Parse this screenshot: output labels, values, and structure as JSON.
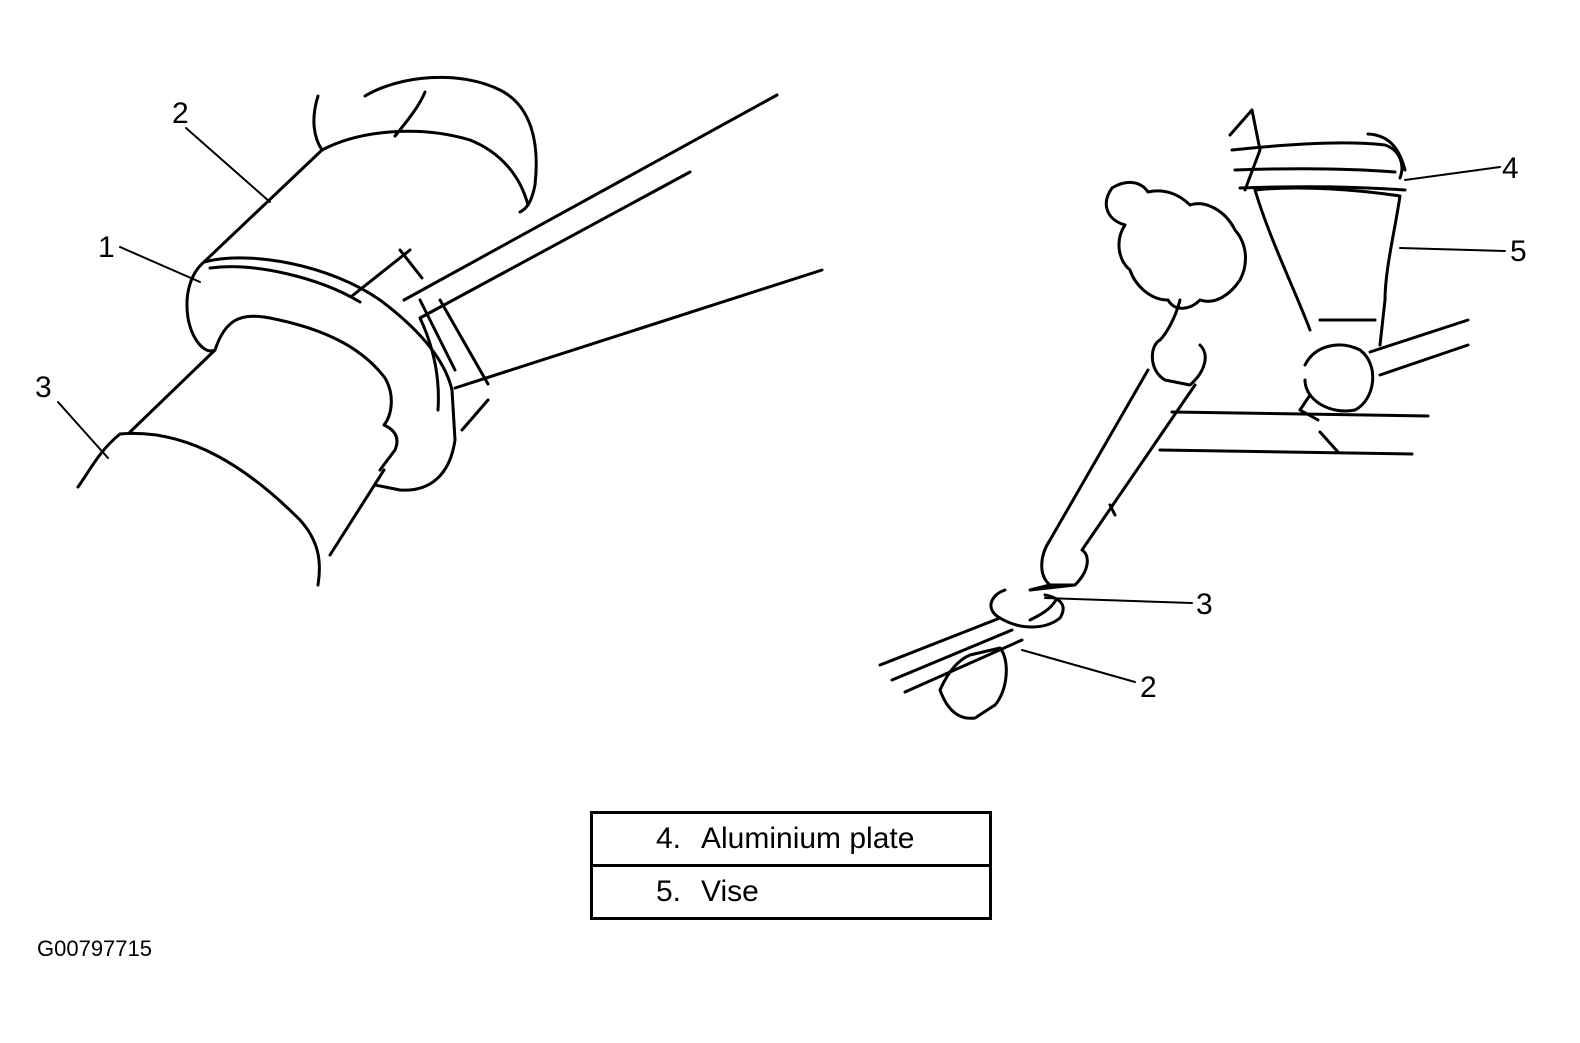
{
  "left_figure": {
    "callouts": [
      "1",
      "2",
      "3"
    ]
  },
  "right_figure": {
    "callouts": [
      "4",
      "5",
      "3",
      "2"
    ]
  },
  "legend": [
    {
      "num": "4.",
      "label": "Aluminium plate"
    },
    {
      "num": "5.",
      "label": "Vise"
    }
  ],
  "figure_code": "G00797715"
}
